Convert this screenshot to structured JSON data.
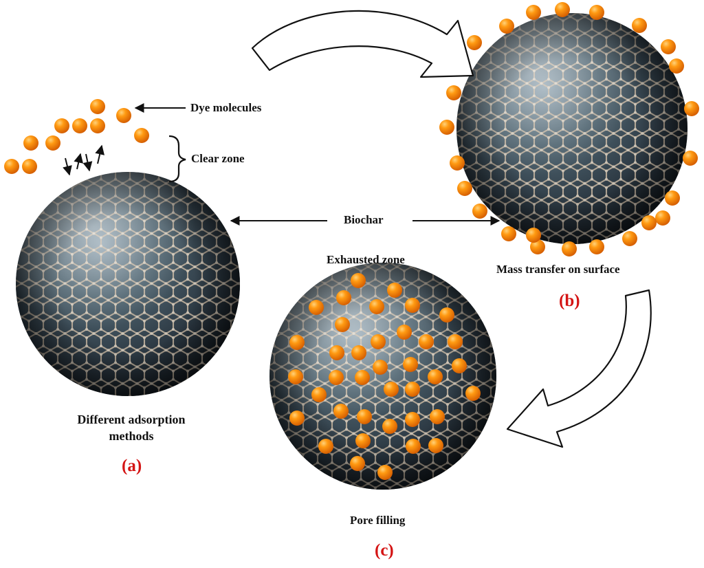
{
  "labels": {
    "dye_molecules": "Dye molecules",
    "clear_zone": "Clear zone",
    "biochar": "Biochar",
    "exhausted_zone": "Exhausted zone",
    "mass_transfer": "Mass transfer on surface",
    "different_adsorption_line1": "Different adsorption",
    "different_adsorption_line2": "methods",
    "pore_filling": "Pore filling"
  },
  "panels": {
    "a": "(a)",
    "b": "(b)",
    "c": "(c)"
  },
  "colors": {
    "panel_label": "#d41414",
    "dye_molecule": "#ff8a00",
    "biochar_sphere": "#3b4a55",
    "lattice": "#b9a58e",
    "text": "#111111"
  },
  "icons": {
    "dye": "orange-sphere-icon",
    "biochar": "carbon-lattice-sphere-icon",
    "process_arrow": "curved-block-arrow-icon",
    "pointer": "left-pointing-arrow-icon"
  }
}
